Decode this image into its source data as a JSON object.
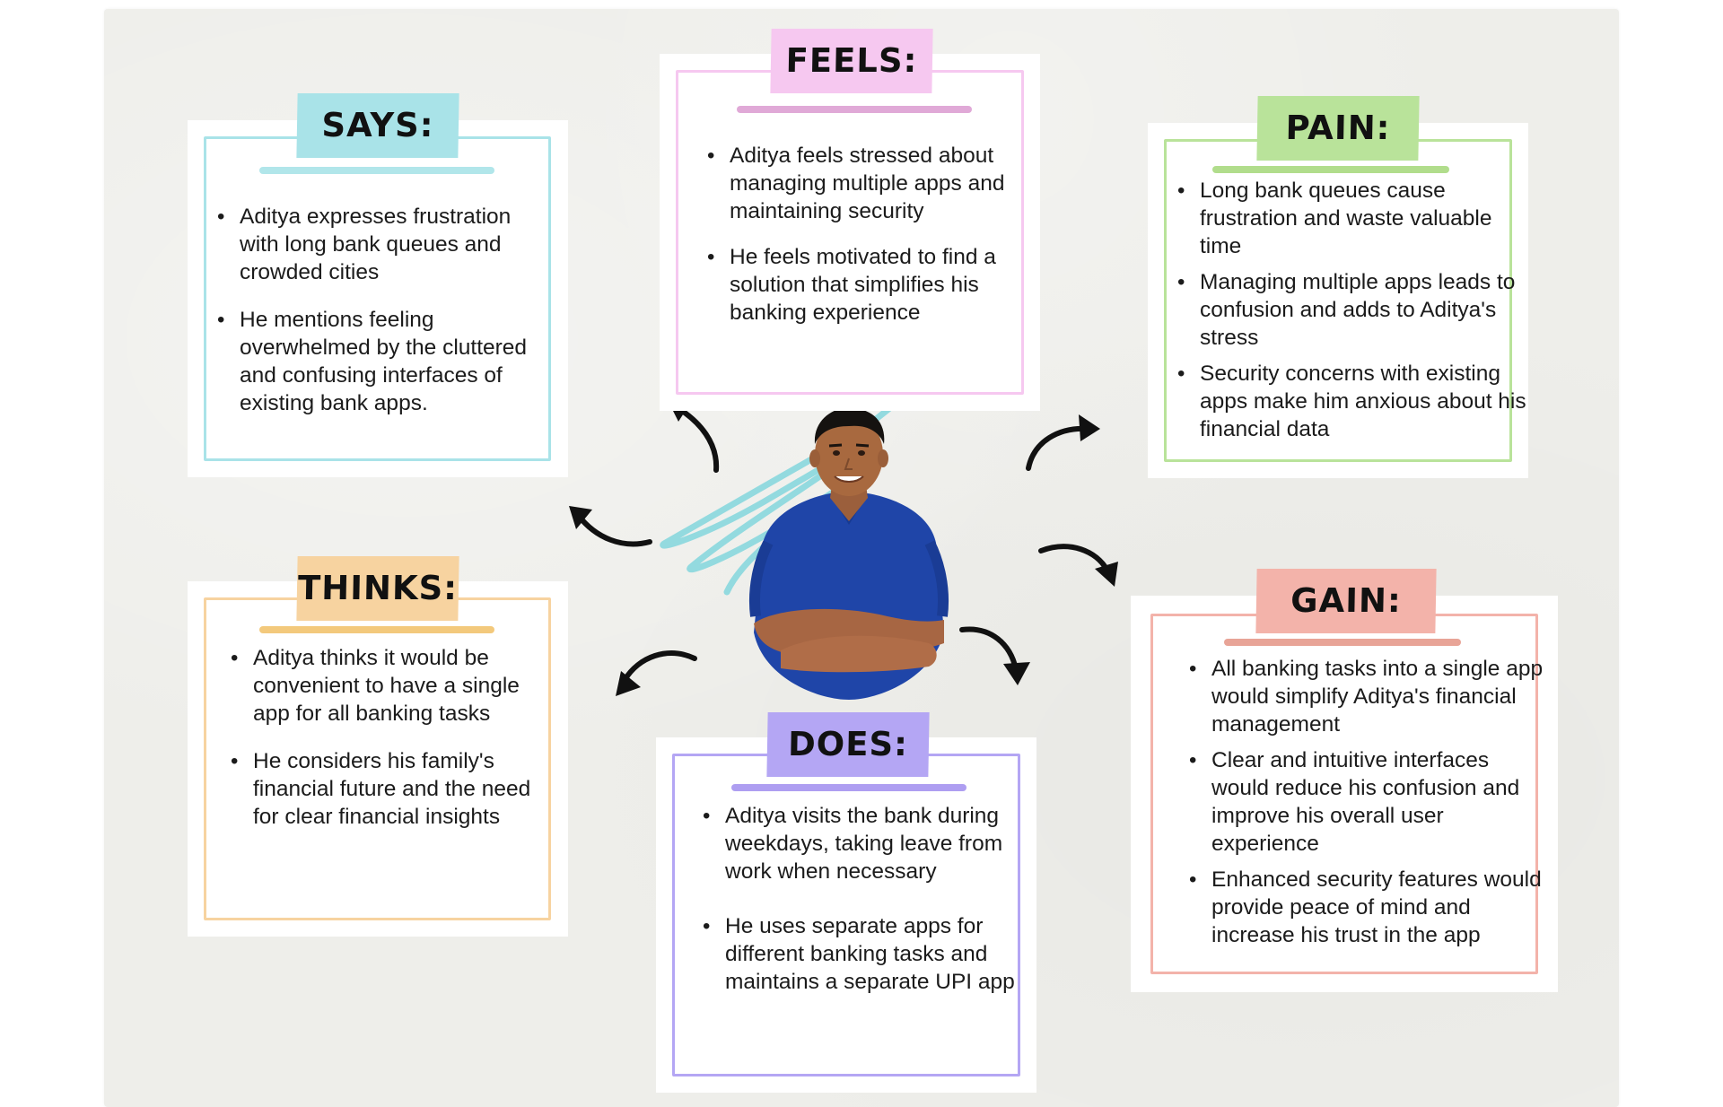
{
  "persona_name": "Aditya",
  "colors": {
    "board": "#eeeeea",
    "says": "#a9e3e8",
    "feels": "#f6c8f0",
    "pain": "#b9e39a",
    "thinks": "#f7d3a0",
    "does": "#b4a6f4",
    "gain": "#f3b3aa"
  },
  "cards": {
    "says": {
      "title": "SAYS:",
      "items": [
        "Aditya expresses frustration with long bank queues and crowded cities",
        "He mentions feeling overwhelmed by the cluttered and confusing interfaces of existing bank apps."
      ]
    },
    "feels": {
      "title": "FEELS:",
      "items": [
        "Aditya feels stressed about managing multiple apps and maintaining security",
        "He feels motivated to find a solution that simplifies his banking experience"
      ]
    },
    "pain": {
      "title": "PAIN:",
      "items": [
        "Long bank queues cause frustration and waste valuable time",
        "Managing multiple apps leads to confusion and adds to Aditya's stress",
        "Security concerns with existing apps make him anxious about his financial data"
      ]
    },
    "thinks": {
      "title": "THINKS:",
      "items": [
        "Aditya thinks it would be convenient to have a single app for all banking tasks",
        "He considers his family's financial future and the need for clear financial insights"
      ]
    },
    "does": {
      "title": "DOES:",
      "items": [
        "Aditya visits the bank during weekdays, taking leave from work when necessary",
        "He uses separate apps for different banking tasks and maintains a separate UPI app"
      ]
    },
    "gain": {
      "title": "GAIN:",
      "items": [
        "All banking tasks into a single app would simplify Aditya's financial management",
        "Clear and intuitive interfaces would reduce his confusion and improve his overall user experience",
        "Enhanced security features would provide peace of mind and increase his trust in the app"
      ]
    }
  }
}
